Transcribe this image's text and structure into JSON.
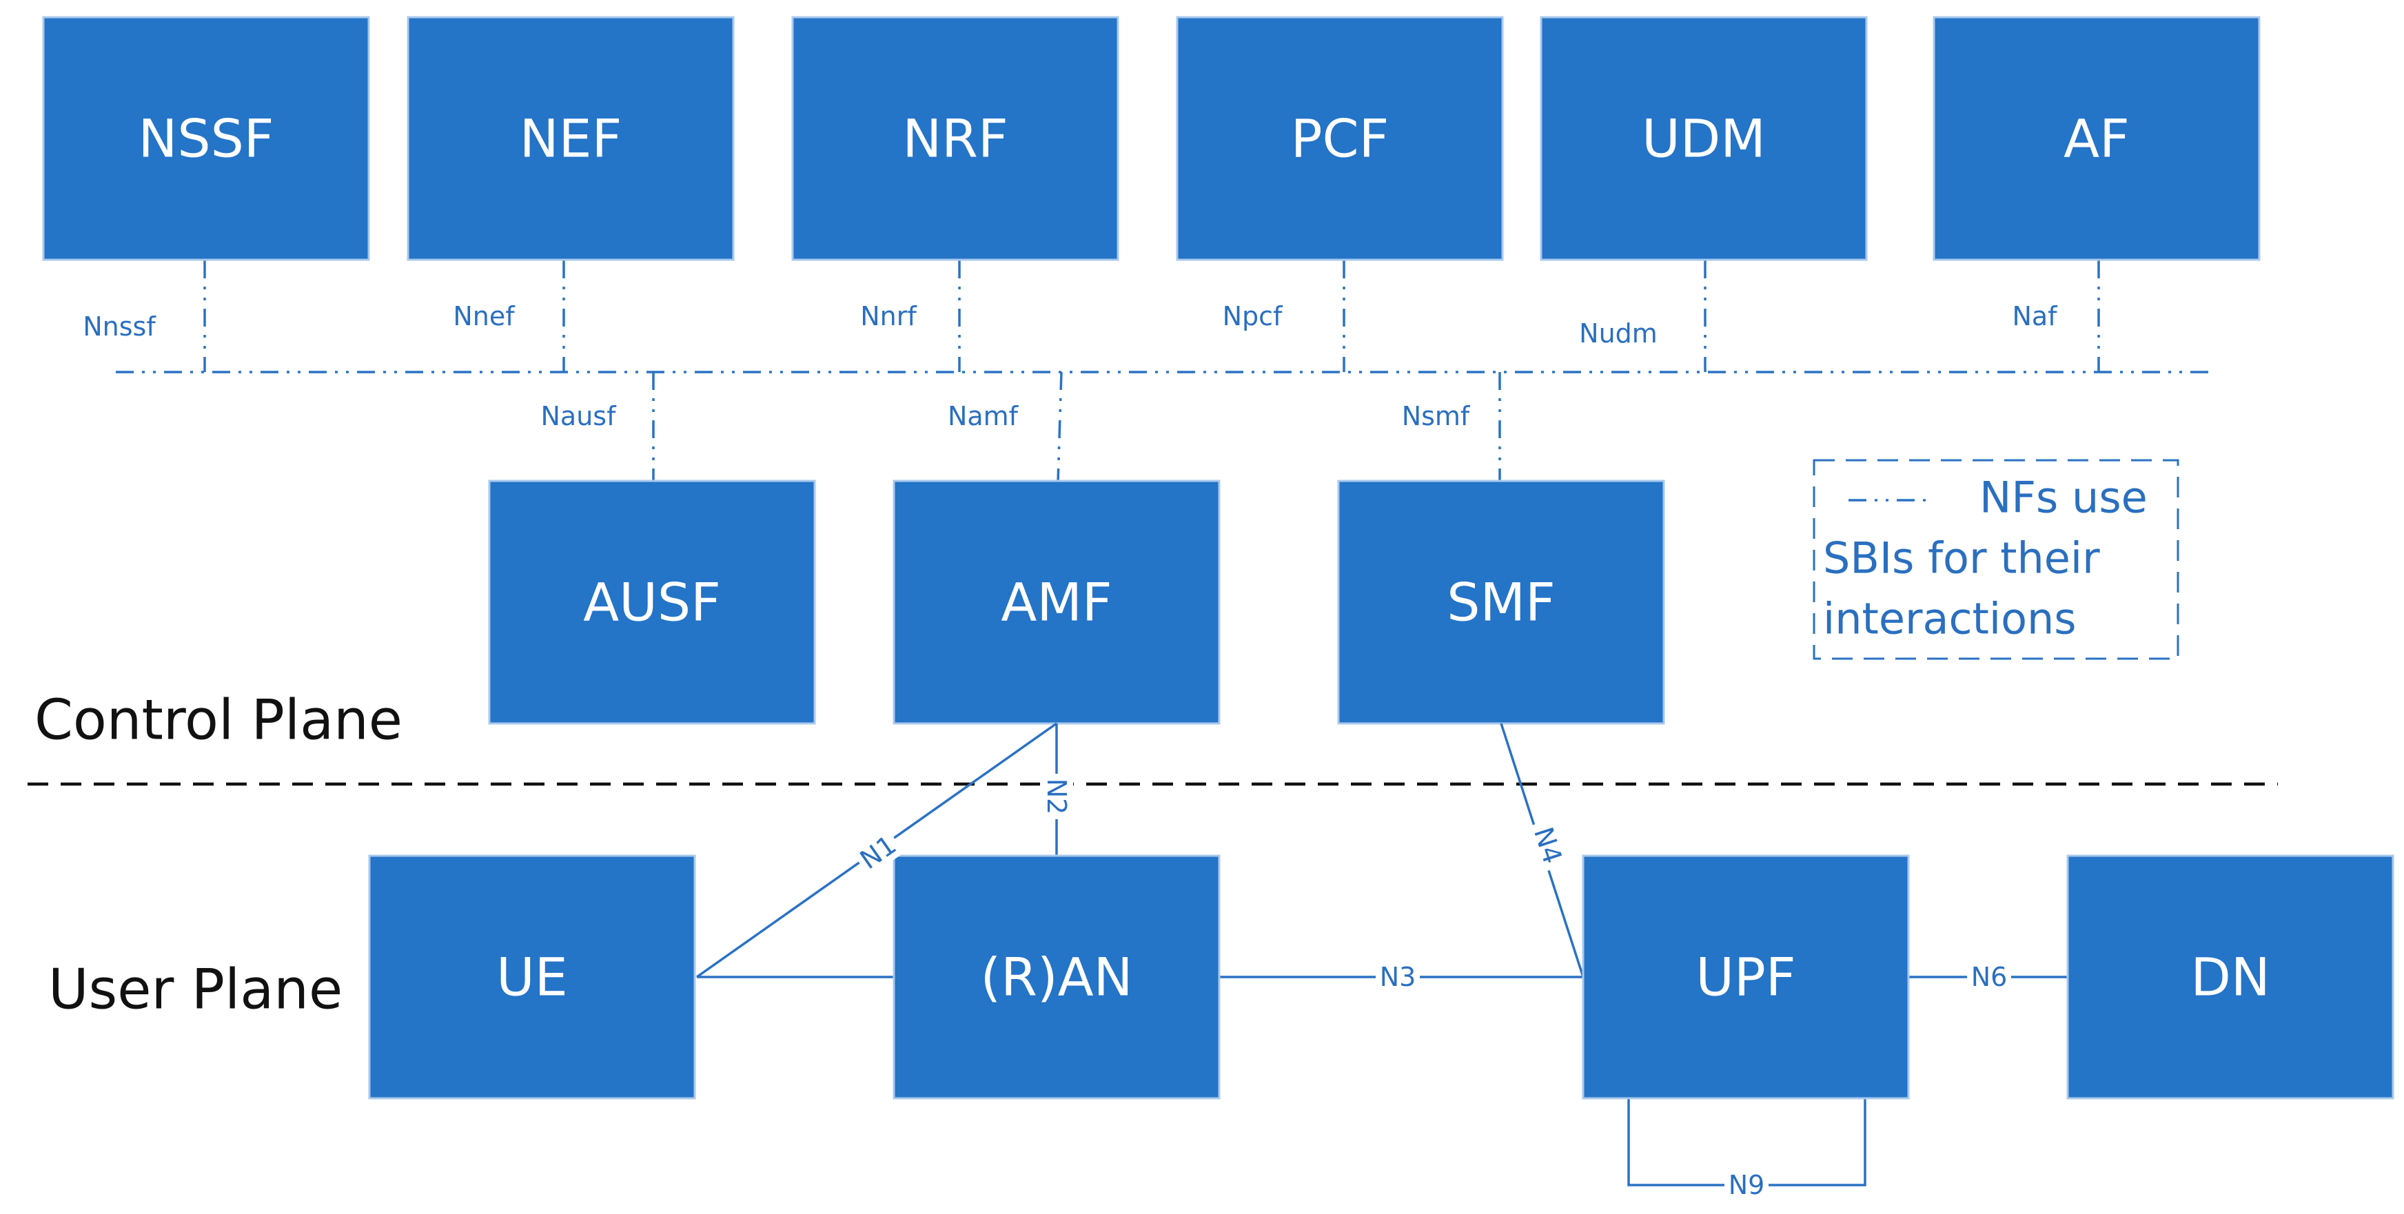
{
  "nfs": {
    "nssf": "NSSF",
    "nef": "NEF",
    "nrf": "NRF",
    "pcf": "PCF",
    "udm": "UDM",
    "af": "AF",
    "ausf": "AUSF",
    "amf": "AMF",
    "smf": "SMF",
    "ue": "UE",
    "ran": "(R)AN",
    "upf": "UPF",
    "dn": "DN"
  },
  "interfaces": {
    "nnssf": "Nnssf",
    "nnef": "Nnef",
    "nnrf": "Nnrf",
    "npcf": "Npcf",
    "nudm": "Nudm",
    "naf": "Naf",
    "nausf": "Nausf",
    "namf": "Namf",
    "nsmf": "Nsmf",
    "n1": "N1",
    "n2": "N2",
    "n3": "N3",
    "n4": "N4",
    "n6": "N6",
    "n9": "N9"
  },
  "planes": {
    "control": "Control Plane",
    "user": "User Plane"
  },
  "legend": {
    "line1": "NFs use",
    "line2": "SBIs for their",
    "line3": "interactions"
  }
}
